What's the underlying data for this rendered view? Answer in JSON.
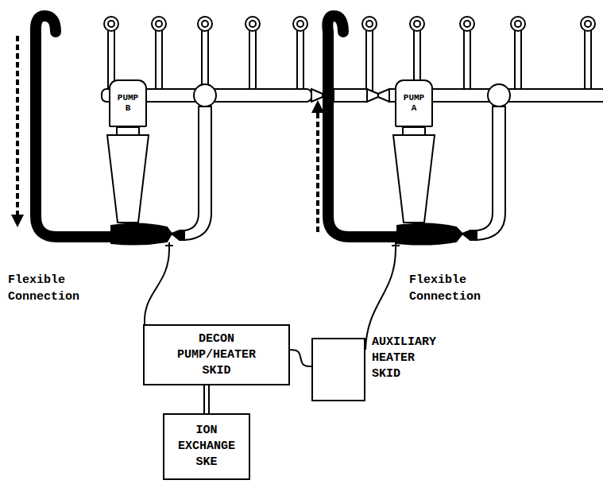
{
  "diagram": {
    "nodes": [
      {
        "text": [
          "PUMP B"
        ]
      },
      {
        "text": [
          "PUMP A"
        ]
      },
      {
        "text": [
          "DECON PUMP/HEATER SKID"
        ]
      },
      {
        "text": [
          "AUXILIARY HEATER SKID"
        ]
      },
      {
        "text": [
          "ION EXCHANGE SKE"
        ]
      }
    ],
    "edges": [
      {
        "from": 2,
        "to": 4,
        "arrow": "none"
      },
      {
        "from": 2,
        "to": 3,
        "arrow": "none"
      }
    ],
    "labels": [
      "Flexible Connection",
      "Flexible Connection"
    ]
  }
}
